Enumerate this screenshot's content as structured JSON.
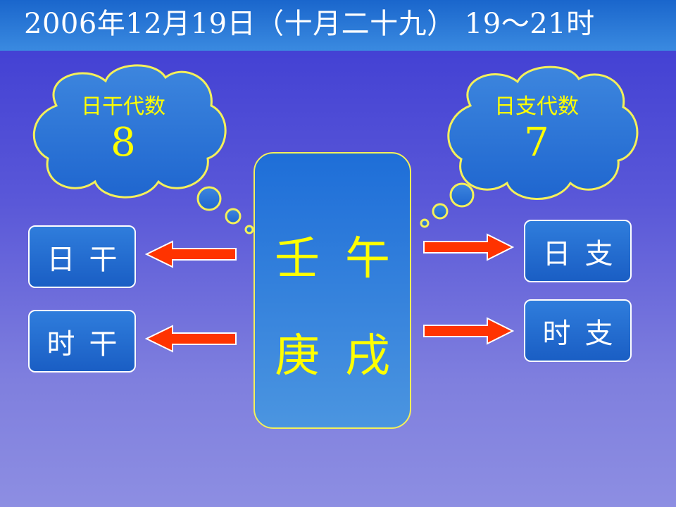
{
  "title": "2006年12月19日（十月二十九） 19～21时",
  "clouds": {
    "left": {
      "label": "日干代数",
      "value": "8"
    },
    "right": {
      "label": "日支代数",
      "value": "7"
    }
  },
  "center": {
    "row1": [
      "壬",
      "午"
    ],
    "row2": [
      "庚",
      "戌"
    ]
  },
  "boxes": {
    "day_stem": [
      "日",
      "干"
    ],
    "hour_stem": [
      "时",
      "干"
    ],
    "day_branch": [
      "日",
      "支"
    ],
    "hour_branch": [
      "时",
      "支"
    ]
  },
  "colors": {
    "highlight": "#ffff00",
    "arrow_fill": "#ff3300",
    "title_bar": "#2a78d8"
  }
}
